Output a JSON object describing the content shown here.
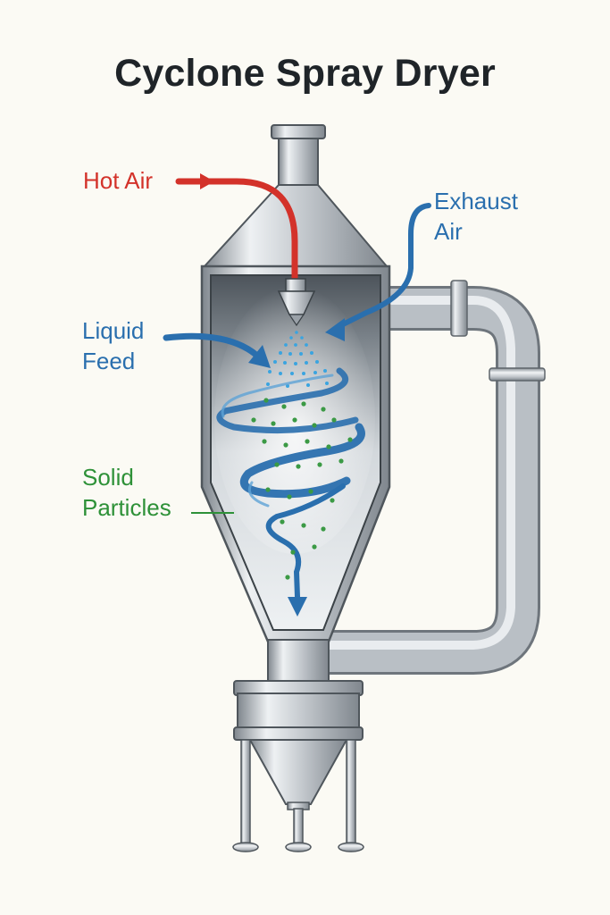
{
  "title": "Cyclone Spray Dryer",
  "labels": {
    "hot_air": "Hot Air",
    "exhaust_air": [
      "Exhaust",
      "Air"
    ],
    "liquid_feed": [
      "Liquid",
      "Feed"
    ],
    "solid_particles": [
      "Solid",
      "Particles"
    ]
  },
  "colors": {
    "background": "#fbfaf4",
    "title": "#1f2428",
    "hot_air": "#d3322a",
    "exhaust_air": "#2a6fae",
    "liquid_feed": "#2a6fae",
    "solid_particles": "#2e9138",
    "steel": "#b9bfc5"
  }
}
